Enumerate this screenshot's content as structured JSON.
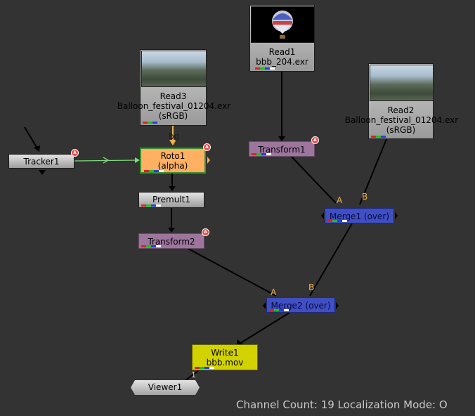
{
  "nodes": {
    "read1": {
      "name": "Read1",
      "file": "bbb_204.exr"
    },
    "read2": {
      "name": "Read2",
      "file": "Balloon_festival_01204.exr",
      "colorspace": "(sRGB)"
    },
    "read3": {
      "name": "Read3",
      "file": "Balloon_festival_01204.exr",
      "colorspace": "(sRGB)"
    },
    "tracker1": {
      "name": "Tracker1"
    },
    "roto1": {
      "name": "Roto1",
      "sub": "(alpha)"
    },
    "premult1": {
      "name": "Premult1"
    },
    "transform1": {
      "name": "Transform1"
    },
    "transform2": {
      "name": "Transform2"
    },
    "merge1": {
      "name": "Merge1 (over)"
    },
    "merge2": {
      "name": "Merge2 (over)"
    },
    "write1": {
      "name": "Write1",
      "file": "bbb.mov"
    },
    "viewer1": {
      "name": "Viewer1"
    }
  },
  "input_labels": {
    "bg": "bg",
    "merge1_a": "A",
    "merge1_b": "B",
    "merge2_a": "A",
    "merge2_b": "B",
    "viewer_input": "1"
  },
  "badge_text": "A",
  "status": "Channel Count: 19 Localization Mode: O",
  "colors": {
    "background": "#333333",
    "tracker_link": "#7fd97f",
    "roto_fill": "#ffb063",
    "merge_fill": "#3f4fc4",
    "transform_fill": "#9d759d",
    "write_fill": "#d2d200"
  }
}
